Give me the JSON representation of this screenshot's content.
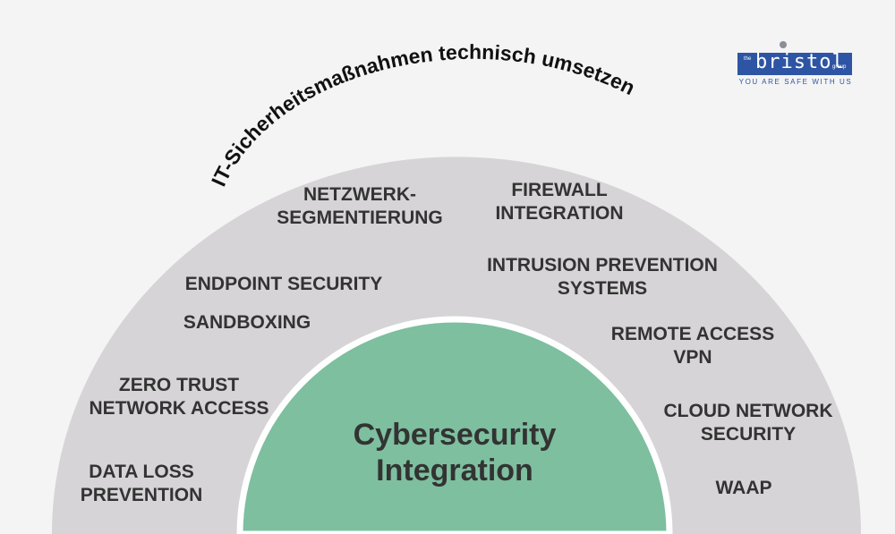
{
  "arc_title": "IT-Sicherheitsmaßnahmen technisch umsetzen",
  "center": {
    "line1": "Cybersecurity",
    "line2": "Integration"
  },
  "measures": {
    "netzwerk": {
      "line1": "NETZWERK-",
      "line2": "SEGMENTIERUNG"
    },
    "firewall": {
      "line1": "FIREWALL",
      "line2": "INTEGRATION"
    },
    "endpoint": {
      "line1": "ENDPOINT SECURITY"
    },
    "ips": {
      "line1": "INTRUSION PREVENTION",
      "line2": "SYSTEMS"
    },
    "sandboxing": {
      "line1": "SANDBOXING"
    },
    "remote": {
      "line1": "REMOTE ACCESS",
      "line2": "VPN"
    },
    "zerotrust": {
      "line1": "ZERO TRUST",
      "line2": "NETWORK ACCESS"
    },
    "cloud": {
      "line1": "CLOUD NETWORK",
      "line2": "SECURITY"
    },
    "dlp": {
      "line1": "DATA LOSS",
      "line2": "PREVENTION"
    },
    "waap": {
      "line1": "WAAP"
    }
  },
  "logo": {
    "small": "the",
    "name": "bristol",
    "suffix": "group",
    "tagline": "YOU ARE SAFE WITH US"
  },
  "colors": {
    "outer_ring": "#d6d4d6",
    "inner_half_circle": "#7dbf9f",
    "text": "#333333",
    "logo_blue": "#2e55a4",
    "background": "#f4f4f4"
  }
}
